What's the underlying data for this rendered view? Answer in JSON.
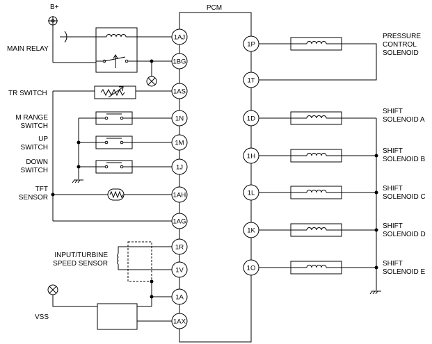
{
  "supply": {
    "label": "B+"
  },
  "pcm": {
    "label": "PCM"
  },
  "left_components": [
    {
      "key": "main_relay",
      "lines": [
        "MAIN RELAY"
      ]
    },
    {
      "key": "tr_switch",
      "lines": [
        "TR SWITCH"
      ]
    },
    {
      "key": "m_range",
      "lines": [
        "M RANGE",
        "SWITCH"
      ]
    },
    {
      "key": "up",
      "lines": [
        "UP",
        "SWITCH"
      ]
    },
    {
      "key": "down",
      "lines": [
        "DOWN",
        "SWITCH"
      ]
    },
    {
      "key": "tft",
      "lines": [
        "TFT",
        "SENSOR"
      ]
    },
    {
      "key": "speed",
      "lines": [
        "INPUT/TURBINE",
        "SPEED SENSOR"
      ]
    },
    {
      "key": "vss",
      "lines": [
        "VSS"
      ]
    }
  ],
  "left_pins": [
    "1AJ",
    "1BG",
    "1AS",
    "1N",
    "1M",
    "1J",
    "1AH",
    "1AG",
    "1R",
    "1V",
    "1A",
    "1AX"
  ],
  "right_pins": [
    "1P",
    "1T",
    "1D",
    "1H",
    "1L",
    "1K",
    "1O"
  ],
  "right_components": [
    {
      "key": "pressure",
      "lines": [
        "PRESSURE",
        "CONTROL",
        "SOLENOID"
      ]
    },
    {
      "key": "shift_a",
      "lines": [
        "SHIFT",
        "SOLENOID A"
      ]
    },
    {
      "key": "shift_b",
      "lines": [
        "SHIFT",
        "SOLENOID B"
      ]
    },
    {
      "key": "shift_c",
      "lines": [
        "SHIFT",
        "SOLENOID C"
      ]
    },
    {
      "key": "shift_d",
      "lines": [
        "SHIFT",
        "SOLENOID D"
      ]
    },
    {
      "key": "shift_e",
      "lines": [
        "SHIFT",
        "SOLENOID E"
      ]
    }
  ]
}
